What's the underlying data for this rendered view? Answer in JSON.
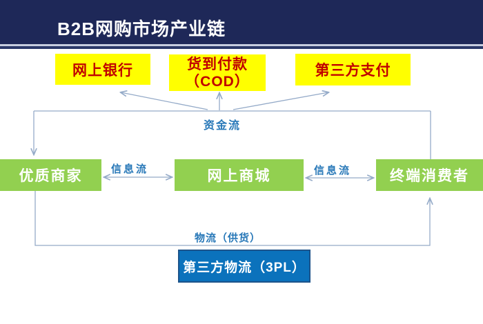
{
  "header": {
    "title": "B2B网购市场产业链"
  },
  "payment_row": {
    "online_banking": "网上银行",
    "cod_line1": "货到付款",
    "cod_line2": "（COD）",
    "third_party_payment": "第三方支付"
  },
  "flows": {
    "funds_flow": "资金流",
    "info_flow_left": "信息流",
    "info_flow_right": "信息流",
    "logistics_flow": "物流（供货）"
  },
  "chain_row": {
    "merchants": "优质商家",
    "online_mall": "网上商城",
    "consumers": "终端消费者"
  },
  "logistics_row": {
    "third_party_logistics": "第三方物流（3PL）"
  },
  "colors": {
    "header_bg": "#1e2858",
    "header_text": "#ffffff",
    "payment_box_bg": "#ffff00",
    "payment_box_text": "#c00000",
    "chain_box_bg": "#92d050",
    "chain_box_text": "#ffffff",
    "logistics_box_bg": "#0b72bc",
    "logistics_box_border": "#1c538a",
    "flow_label_text": "#2878b8",
    "connector_line": "#94aac8"
  }
}
